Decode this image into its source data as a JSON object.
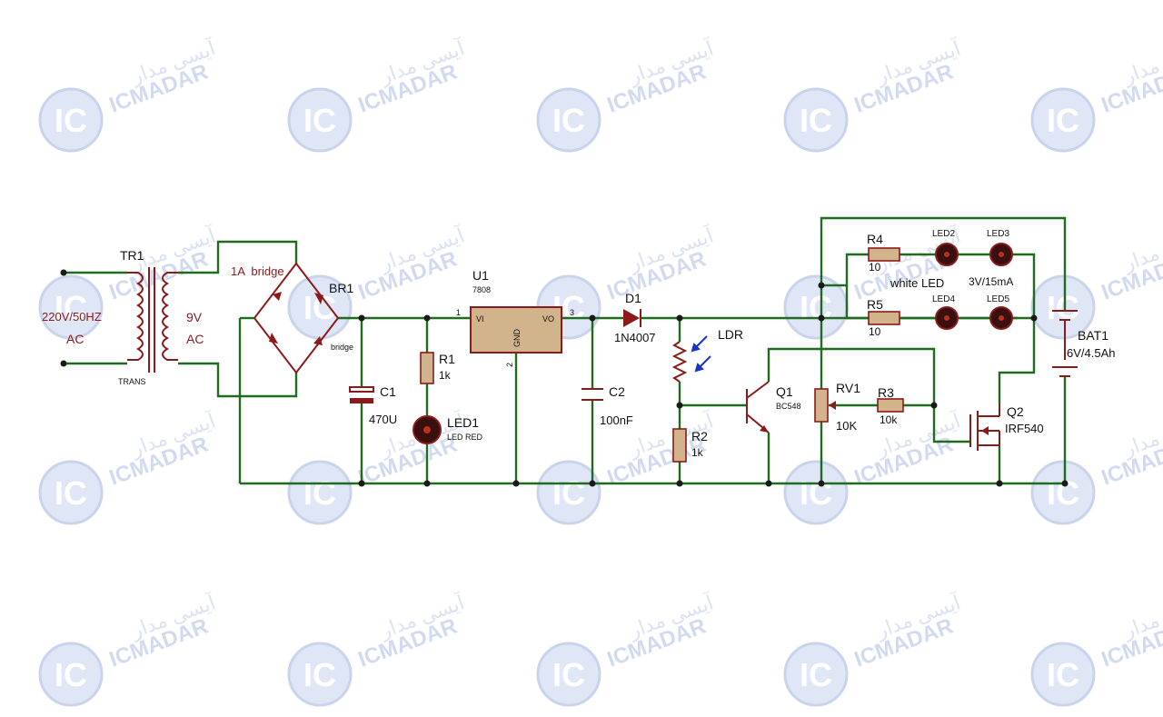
{
  "watermark": {
    "brand": "ICMADAR",
    "persian": "آیسی مدار",
    "logo": "IC"
  },
  "colors": {
    "wire": "#1f6b1f",
    "component": "#8b1a1a",
    "body_fill": "#d2b48c",
    "label": "#111111",
    "watermark": "#c9d3ec"
  },
  "source": {
    "voltage": "220V/50HZ",
    "type": "AC"
  },
  "transformer": {
    "ref": "TR1",
    "model": "TRANS",
    "secondary_voltage": "9V",
    "secondary_type": "AC"
  },
  "bridge": {
    "ref": "BR1",
    "rating": "1A  bridge",
    "model": "bridge"
  },
  "capacitor1": {
    "ref": "C1",
    "value": "470U"
  },
  "resistor1": {
    "ref": "R1",
    "value": "1k"
  },
  "led1": {
    "ref": "LED1",
    "value": "LED RED"
  },
  "regulator": {
    "ref": "U1",
    "model": "7808",
    "pin_in": "VI",
    "pin_out": "VO",
    "pin_gnd": "GND",
    "pin1": "1",
    "pin2": "2",
    "pin3": "3"
  },
  "capacitor2": {
    "ref": "C2",
    "value": "100nF"
  },
  "diode": {
    "ref": "D1",
    "model": "1N4007"
  },
  "ldr": {
    "ref": "LDR"
  },
  "resistor2": {
    "ref": "R2",
    "value": "1k"
  },
  "transistor1": {
    "ref": "Q1",
    "model": "BC548"
  },
  "potentiometer": {
    "ref": "RV1",
    "value": "10K"
  },
  "resistor3": {
    "ref": "R3",
    "value": "10k"
  },
  "mosfet": {
    "ref": "Q2",
    "model": "IRF540"
  },
  "resistor4": {
    "ref": "R4",
    "value": "10"
  },
  "resistor5": {
    "ref": "R5",
    "value": "10"
  },
  "leds": {
    "led2": "LED2",
    "led3": "LED3",
    "led4": "LED4",
    "led5": "LED5",
    "type_note": "white LED",
    "rating_note": "3V/15mA"
  },
  "battery": {
    "ref": "BAT1",
    "value": "6V/4.5Ah"
  }
}
